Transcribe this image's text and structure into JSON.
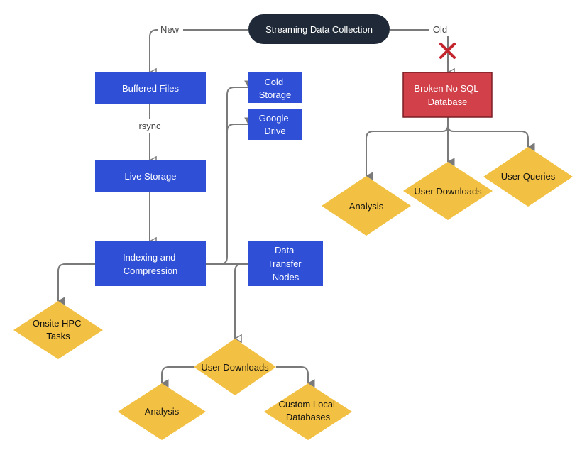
{
  "colors": {
    "blue": "#2f4fd6",
    "red": "#d2414a",
    "yellow": "#f2c043",
    "dark": "#1f2937",
    "edge": "#7a7a7a",
    "x_mark": "#c4262e"
  },
  "nodes": {
    "streaming": {
      "lines": [
        "Streaming Data Collection"
      ]
    },
    "buffered": {
      "lines": [
        "Buffered Files"
      ]
    },
    "live": {
      "lines": [
        "Live Storage"
      ]
    },
    "indexing": {
      "lines": [
        "Indexing and",
        "Compression"
      ]
    },
    "cold": {
      "lines": [
        "Cold",
        "Storage"
      ]
    },
    "google": {
      "lines": [
        "Google",
        "Drive"
      ]
    },
    "dtn": {
      "lines": [
        "Data",
        "Transfer",
        "Nodes"
      ]
    },
    "broken": {
      "lines": [
        "Broken No SQL",
        "Database"
      ]
    },
    "onsite": {
      "lines": [
        "Onsite HPC",
        "Tasks"
      ]
    },
    "user_dl_mid": {
      "lines": [
        "User Downloads"
      ]
    },
    "analysis_low": {
      "lines": [
        "Analysis"
      ]
    },
    "custom_db": {
      "lines": [
        "Custom Local",
        "Databases"
      ]
    },
    "analysis_right": {
      "lines": [
        "Analysis"
      ]
    },
    "user_dl_right": {
      "lines": [
        "User Downloads"
      ]
    },
    "user_queries": {
      "lines": [
        "User Queries"
      ]
    }
  },
  "edge_labels": {
    "new": "New",
    "old": "Old",
    "rsync": "rsync"
  }
}
